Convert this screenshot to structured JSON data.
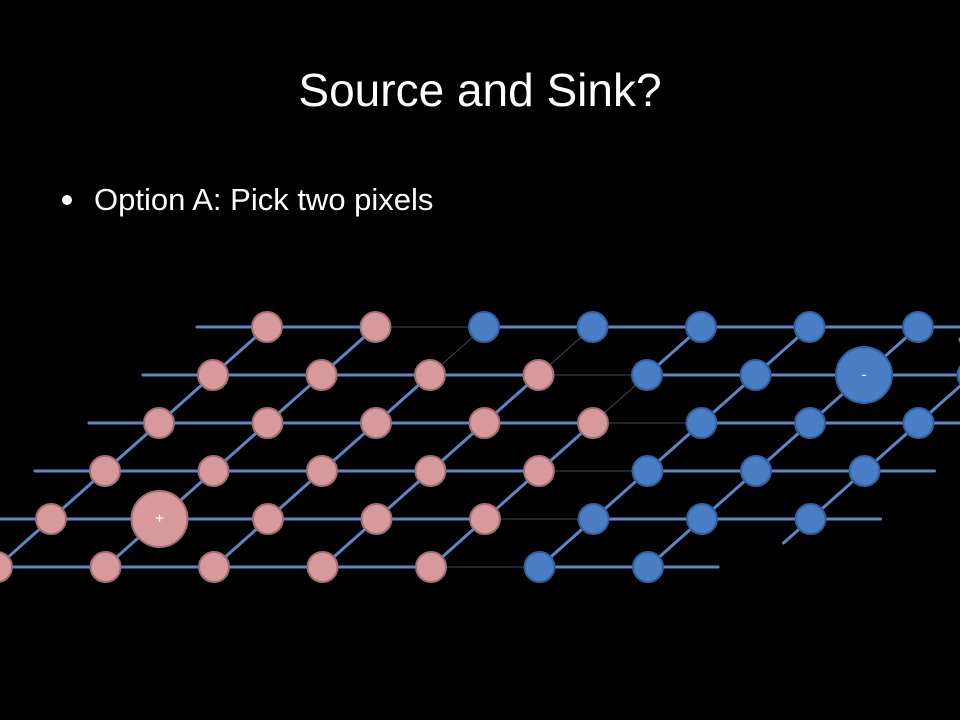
{
  "slide": {
    "title": "Source and Sink?",
    "bullets": [
      "Option A: Pick two pixels"
    ]
  },
  "graph": {
    "colors": {
      "source_fill": "#d8999d",
      "source_stroke": "#a06e72",
      "sink_fill": "#4a7ec4",
      "sink_stroke": "#2f5f9e",
      "edge": "#5b87c9",
      "weak_edge": "#3a4a5f"
    },
    "rows": [
      {
        "nodes": [
          "S",
          "S",
          "T",
          "T",
          "T",
          "T",
          "T"
        ],
        "weak_after": [
          1
        ]
      },
      {
        "nodes": [
          "S",
          "S",
          "S",
          "S",
          "T",
          "T",
          "T",
          "T"
        ],
        "weak_after": [
          3
        ]
      },
      {
        "nodes": [
          "S",
          "S",
          "S",
          "S",
          "S",
          "T",
          "T",
          "T"
        ],
        "weak_after": [
          4
        ]
      },
      {
        "nodes": [
          "S",
          "S",
          "S",
          "S",
          "S",
          "T",
          "T",
          "T"
        ],
        "weak_after": [
          4
        ]
      },
      {
        "nodes": [
          "S",
          "S",
          "S",
          "S",
          "S",
          "T",
          "T",
          "T"
        ],
        "weak_after": [
          4
        ]
      },
      {
        "nodes": [
          "S",
          "S",
          "S",
          "S",
          "S",
          "T",
          "T"
        ],
        "weak_after": [
          4
        ]
      }
    ],
    "terminals": [
      {
        "label": "+",
        "type": "S",
        "row": 4,
        "col": 1
      },
      {
        "label": "-",
        "type": "T",
        "row": 1,
        "col": 6
      }
    ]
  }
}
